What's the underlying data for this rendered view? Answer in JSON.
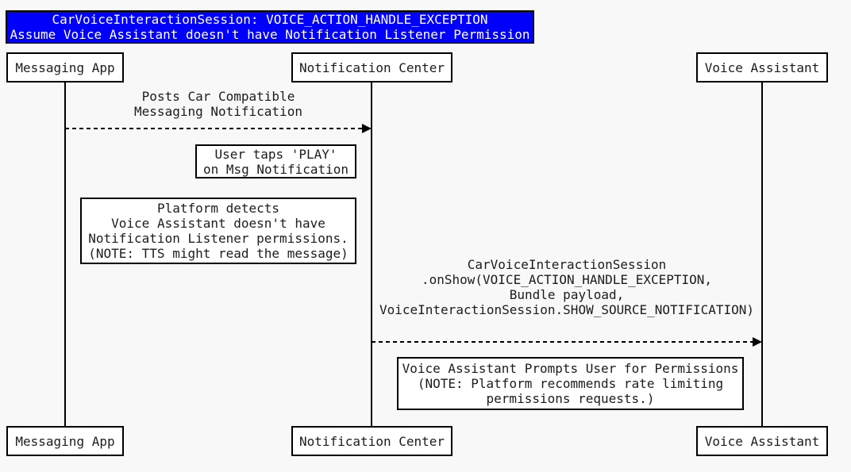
{
  "diagram": {
    "type": "sequence-diagram",
    "title": {
      "line1": "CarVoiceInteractionSession: VOICE_ACTION_HANDLE_EXCEPTION",
      "line2": "Assume Voice Assistant doesn't have Notification Listener Permission"
    },
    "participants": [
      {
        "name": "Messaging App"
      },
      {
        "name": "Notification Center"
      },
      {
        "name": "Voice Assistant"
      }
    ],
    "messages": [
      {
        "from": "Messaging App",
        "to": "Notification Center",
        "style": "dashed",
        "label_lines": [
          "Posts Car Compatible",
          "Messaging Notification"
        ]
      },
      {
        "from": "Notification Center",
        "to": "Voice Assistant",
        "style": "dashed",
        "label_lines": [
          "CarVoiceInteractionSession",
          ".onShow(VOICE_ACTION_HANDLE_EXCEPTION,",
          "Bundle payload,",
          "VoiceInteractionSession.SHOW_SOURCE_NOTIFICATION)"
        ]
      }
    ],
    "notes": [
      {
        "lines": [
          "User taps 'PLAY'",
          "on Msg Notification"
        ]
      },
      {
        "lines": [
          "Platform detects",
          "Voice Assistant doesn't have",
          "Notification Listener permissions.",
          "(NOTE: TTS might read the message)"
        ]
      },
      {
        "lines": [
          "Voice Assistant Prompts User for Permissions",
          "(NOTE: Platform recommends rate limiting",
          "permissions requests.)"
        ]
      }
    ],
    "colors": {
      "title_bg": "#0000fa",
      "title_text": "#ffffff",
      "box_bg": "#ffffff",
      "line": "#000000",
      "page_bg": "#f8f8f8"
    }
  }
}
